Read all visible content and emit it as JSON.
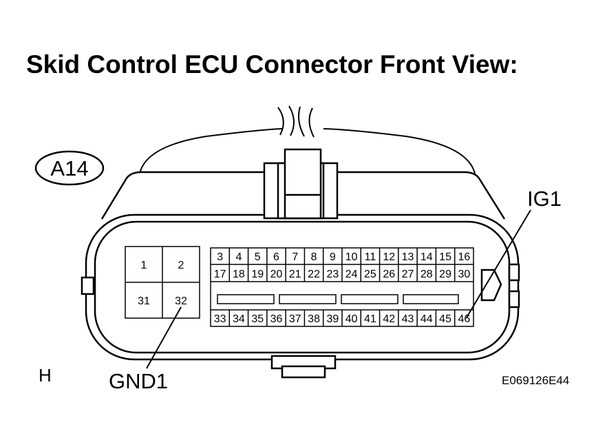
{
  "title": "Skid Control ECU Connector Front View:",
  "connector_code": "A14",
  "labels": {
    "ig1": "IG1",
    "gnd1": "GND1",
    "h": "H",
    "figure_id": "E069126E44"
  },
  "pins": {
    "large": [
      "1",
      "2",
      "31",
      "32"
    ],
    "row1": [
      "3",
      "4",
      "5",
      "6",
      "7",
      "8",
      "9",
      "10",
      "11",
      "12",
      "13",
      "14",
      "15",
      "16"
    ],
    "row2": [
      "17",
      "18",
      "19",
      "20",
      "21",
      "22",
      "23",
      "24",
      "25",
      "26",
      "27",
      "28",
      "29",
      "30"
    ],
    "row3": [
      "33",
      "34",
      "35",
      "36",
      "37",
      "38",
      "39",
      "40",
      "41",
      "42",
      "43",
      "44",
      "45",
      "46"
    ]
  },
  "colors": {
    "line": "#000000",
    "background": "#ffffff"
  }
}
